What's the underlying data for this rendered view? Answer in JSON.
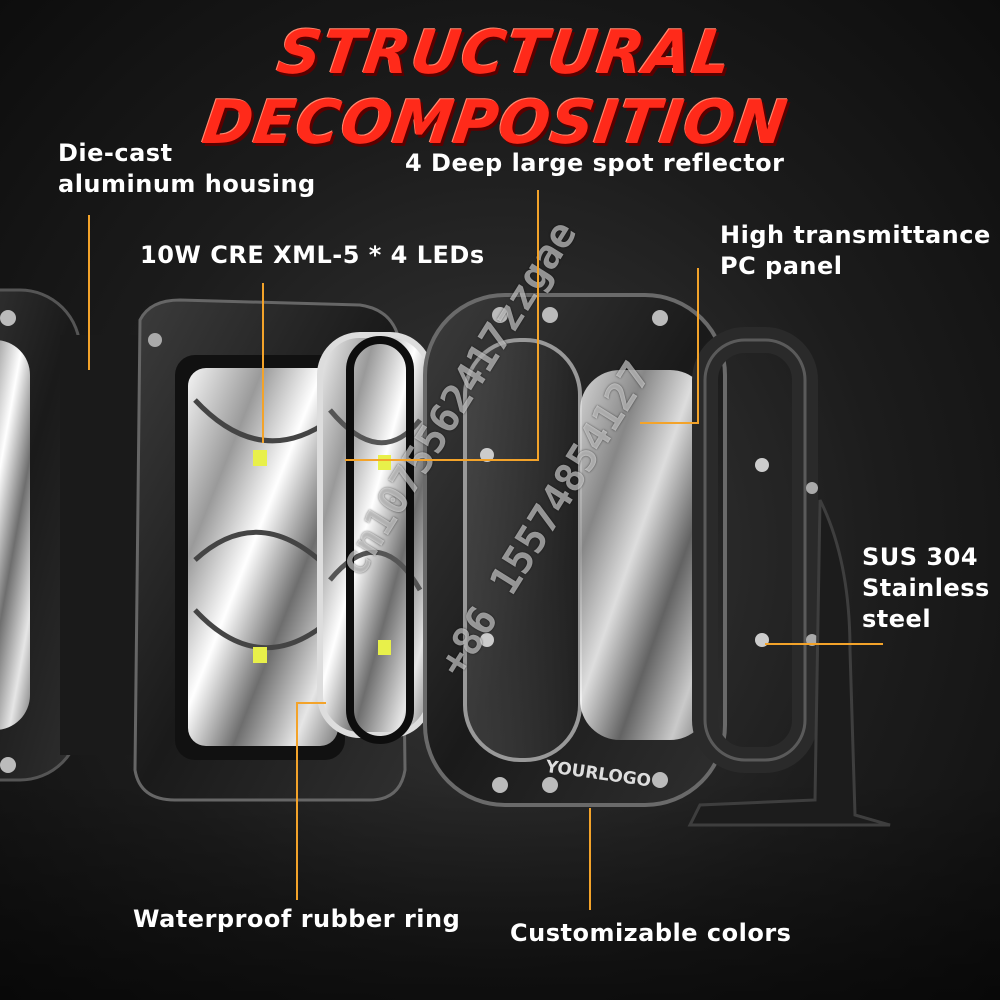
{
  "title": "STRUCTURAL DECOMPOSITION",
  "labels": {
    "housing_line1": "Die-cast",
    "housing_line2": "aluminum housing",
    "leds": "10W CRE XML-5 * 4 LEDs",
    "reflector": "4 Deep large spot reflector",
    "panel_line1": "High transmittance",
    "panel_line2": "PC panel",
    "steel_line1": "SUS 304",
    "steel_line2": "Stainless",
    "steel_line3": "steel",
    "rubber_ring": "Waterproof rubber ring",
    "colors": "Customizable colors"
  },
  "logo_text": "YOURLOGO",
  "watermark": {
    "line1": "cn1075562417zzgae",
    "line2": "+86 15574854127"
  },
  "colors": {
    "title": "#ff2a1a",
    "leader_line": "#f3a32a",
    "led": "#e8f04a"
  }
}
